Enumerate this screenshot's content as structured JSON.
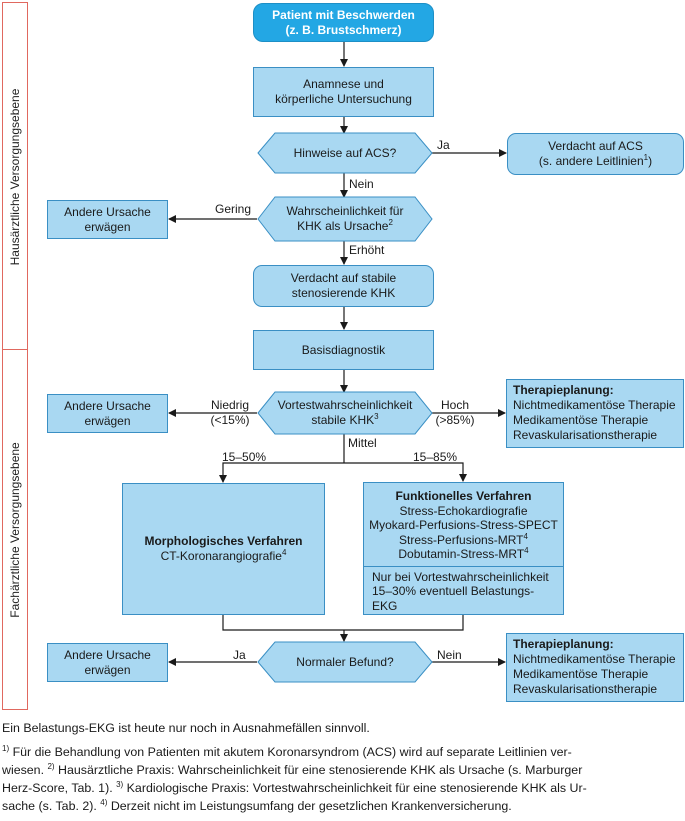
{
  "lanes": {
    "top": "Hausärztliche Versorgungsebene",
    "bottom": "Fachärztliche Versorgungsebene"
  },
  "nodes": {
    "start": [
      "Patient mit Beschwerden",
      "(z. B. Brustschmerz)"
    ],
    "anamnese": [
      "Anamnese und",
      "körperliche Untersuchung"
    ],
    "acs_question": "Hinweise auf ACS?",
    "acs_suspect": [
      "Verdacht auf ACS",
      "(s. andere Leitlinien",
      "1",
      ")"
    ],
    "prob_khk": [
      "Wahrscheinlichkeit für",
      "KHK als Ursache",
      "2"
    ],
    "other1": [
      "Andere Ursache",
      "erwägen"
    ],
    "stable": [
      "Verdacht auf stabile",
      "stenosierende KHK"
    ],
    "basis": "Basisdiagnostik",
    "pretest": [
      "Vortestwahrscheinlichkeit",
      "stabile KHK",
      "3"
    ],
    "other2": [
      "Andere Ursache",
      "erwägen"
    ],
    "morph": {
      "title": "Morphologisches Verfahren",
      "line": "CT-Koronarangiografie",
      "sup": "4"
    },
    "func": {
      "title": "Funktionelles Verfahren",
      "lines": [
        "Stress-Echokardiografie",
        "Myokard-Perfusions-Stress-SPECT",
        "Stress-Perfusions-MRT",
        "Dobutamin-Stress-MRT"
      ],
      "sup": "4",
      "note": [
        "Nur bei Vortestwahrscheinlichkeit",
        "15–30% eventuell Belastungs-EKG"
      ]
    },
    "normal": "Normaler Befund?",
    "other3": [
      "Andere Ursache",
      "erwägen"
    ],
    "therapy1": {
      "title": "Therapieplanung:",
      "lines": [
        "Nichtmedikamentöse Therapie",
        "Medikamentöse Therapie",
        "Revaskularisationstherapie"
      ]
    },
    "therapy2": {
      "title": "Therapieplanung:",
      "lines": [
        "Nichtmedikamentöse Therapie",
        "Medikamentöse Therapie",
        "Revaskularisationstherapie"
      ]
    }
  },
  "edge_labels": {
    "ja1": "Ja",
    "nein1": "Nein",
    "gering": "Gering",
    "erhoeht": "Erhöht",
    "niedrig": [
      "Niedrig",
      "(<15%)"
    ],
    "hoch": [
      "Hoch",
      "(>85%)"
    ],
    "mittel": "Mittel",
    "r1": "15–50%",
    "r2": "15–85%",
    "ja2": "Ja",
    "nein2": "Nein"
  },
  "footnotes": {
    "main": "Ein Belastungs-EKG ist heute nur noch in Ausnahmefällen sinnvoll.",
    "lines": [
      [
        "1)",
        " Für die Behandlung von Patienten mit akutem Koronarsyndrom (ACS) wird auf separate Leitlinien ver-"
      ],
      [
        "",
        "wiesen. "
      ],
      [
        "2)",
        " Hausärztliche Praxis: Wahrscheinlichkeit für eine stenosierende KHK als Ursache (s. Marburger"
      ],
      [
        "",
        "Herz-Score, Tab. 1). "
      ],
      [
        "3)",
        " Kardiologische Praxis: Vortestwahrscheinlichkeit für eine stenosierende KHK als Ur-"
      ],
      [
        "",
        "sache (s. Tab. 2). "
      ],
      [
        "4)",
        " Derzeit nicht im Leistungsumfang der gesetzlichen Krankenversicherung."
      ]
    ]
  }
}
